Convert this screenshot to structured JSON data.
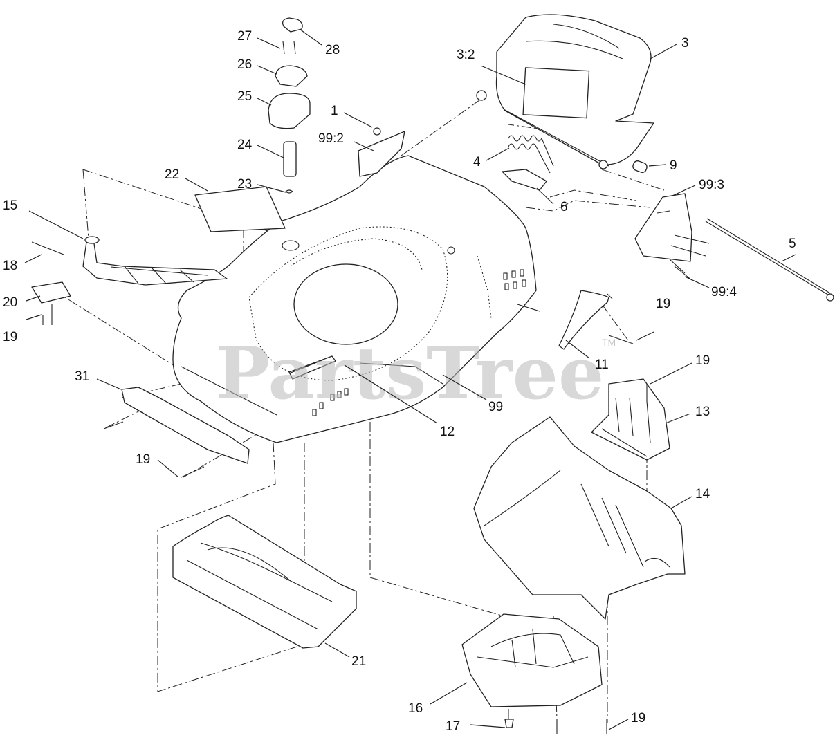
{
  "watermark": {
    "text": "PartsTree",
    "trademark": "TM"
  },
  "callouts": [
    {
      "id": "c-27",
      "label": "27"
    },
    {
      "id": "c-28",
      "label": "28"
    },
    {
      "id": "c-26",
      "label": "26"
    },
    {
      "id": "c-25",
      "label": "25"
    },
    {
      "id": "c-24",
      "label": "24"
    },
    {
      "id": "c-23",
      "label": "23"
    },
    {
      "id": "c-22",
      "label": "22"
    },
    {
      "id": "c-15",
      "label": "15"
    },
    {
      "id": "c-18",
      "label": "18"
    },
    {
      "id": "c-20",
      "label": "20"
    },
    {
      "id": "c-19a",
      "label": "19"
    },
    {
      "id": "c-1",
      "label": "1"
    },
    {
      "id": "c-99-2",
      "label": "99:2"
    },
    {
      "id": "c-3-2",
      "label": "3:2"
    },
    {
      "id": "c-3",
      "label": "3"
    },
    {
      "id": "c-4",
      "label": "4"
    },
    {
      "id": "c-6",
      "label": "6"
    },
    {
      "id": "c-9",
      "label": "9"
    },
    {
      "id": "c-99-3",
      "label": "99:3"
    },
    {
      "id": "c-5",
      "label": "5"
    },
    {
      "id": "c-99-4",
      "label": "99:4"
    },
    {
      "id": "c-19b",
      "label": "19"
    },
    {
      "id": "c-11",
      "label": "11"
    },
    {
      "id": "c-19c",
      "label": "19"
    },
    {
      "id": "c-13",
      "label": "13"
    },
    {
      "id": "c-99",
      "label": "99"
    },
    {
      "id": "c-12",
      "label": "12"
    },
    {
      "id": "c-31",
      "label": "31"
    },
    {
      "id": "c-19d",
      "label": "19"
    },
    {
      "id": "c-14",
      "label": "14"
    },
    {
      "id": "c-21",
      "label": "21"
    },
    {
      "id": "c-16",
      "label": "16"
    },
    {
      "id": "c-17",
      "label": "17"
    },
    {
      "id": "c-19e",
      "label": "19"
    }
  ]
}
